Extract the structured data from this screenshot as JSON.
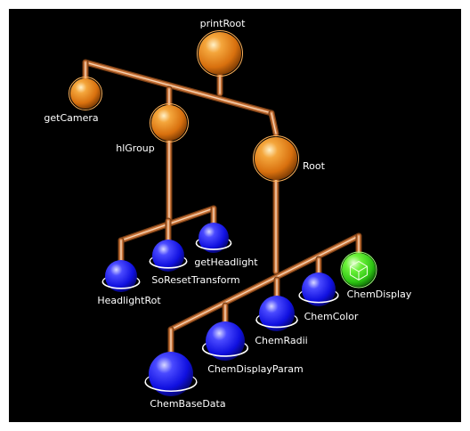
{
  "scene_graph": {
    "background": "#000000",
    "colors": {
      "group_node": "#e07a10",
      "leaf_node": "#1a1aff",
      "highlighted_node": "#44e022",
      "connector": "#c8743a",
      "label": "#ffffff"
    },
    "nodes": [
      {
        "id": "printRoot",
        "label": "printRoot",
        "kind": "group",
        "icon": "orange-sphere-icon"
      },
      {
        "id": "getCamera",
        "label": "getCamera",
        "kind": "group",
        "icon": "orange-sphere-icon"
      },
      {
        "id": "hlGroup",
        "label": "hlGroup",
        "kind": "group",
        "icon": "orange-sphere-icon"
      },
      {
        "id": "Root",
        "label": "Root",
        "kind": "group",
        "icon": "orange-sphere-icon"
      },
      {
        "id": "HeadlightRot",
        "label": "HeadlightRot",
        "kind": "leaf",
        "icon": "blue-ringed-sphere-icon"
      },
      {
        "id": "SoResetTransform",
        "label": "SoResetTransform",
        "kind": "leaf",
        "icon": "blue-ringed-sphere-icon"
      },
      {
        "id": "getHeadlight",
        "label": "getHeadlight",
        "kind": "leaf",
        "icon": "blue-ringed-sphere-icon"
      },
      {
        "id": "ChemBaseData",
        "label": "ChemBaseData",
        "kind": "leaf",
        "icon": "blue-ringed-sphere-icon"
      },
      {
        "id": "ChemDisplayParam",
        "label": "ChemDisplayParam",
        "kind": "leaf",
        "icon": "blue-ringed-sphere-icon"
      },
      {
        "id": "ChemRadii",
        "label": "ChemRadii",
        "kind": "leaf",
        "icon": "blue-ringed-sphere-icon"
      },
      {
        "id": "ChemColor",
        "label": "ChemColor",
        "kind": "leaf",
        "icon": "blue-ringed-sphere-icon"
      },
      {
        "id": "ChemDisplay",
        "label": "ChemDisplay",
        "kind": "highlighted",
        "icon": "green-cube-sphere-icon"
      }
    ],
    "edges": [
      [
        "printRoot",
        "getCamera"
      ],
      [
        "printRoot",
        "hlGroup"
      ],
      [
        "printRoot",
        "Root"
      ],
      [
        "hlGroup",
        "HeadlightRot"
      ],
      [
        "hlGroup",
        "SoResetTransform"
      ],
      [
        "hlGroup",
        "getHeadlight"
      ],
      [
        "Root",
        "ChemBaseData"
      ],
      [
        "Root",
        "ChemDisplayParam"
      ],
      [
        "Root",
        "ChemRadii"
      ],
      [
        "Root",
        "ChemColor"
      ],
      [
        "Root",
        "ChemDisplay"
      ]
    ]
  }
}
